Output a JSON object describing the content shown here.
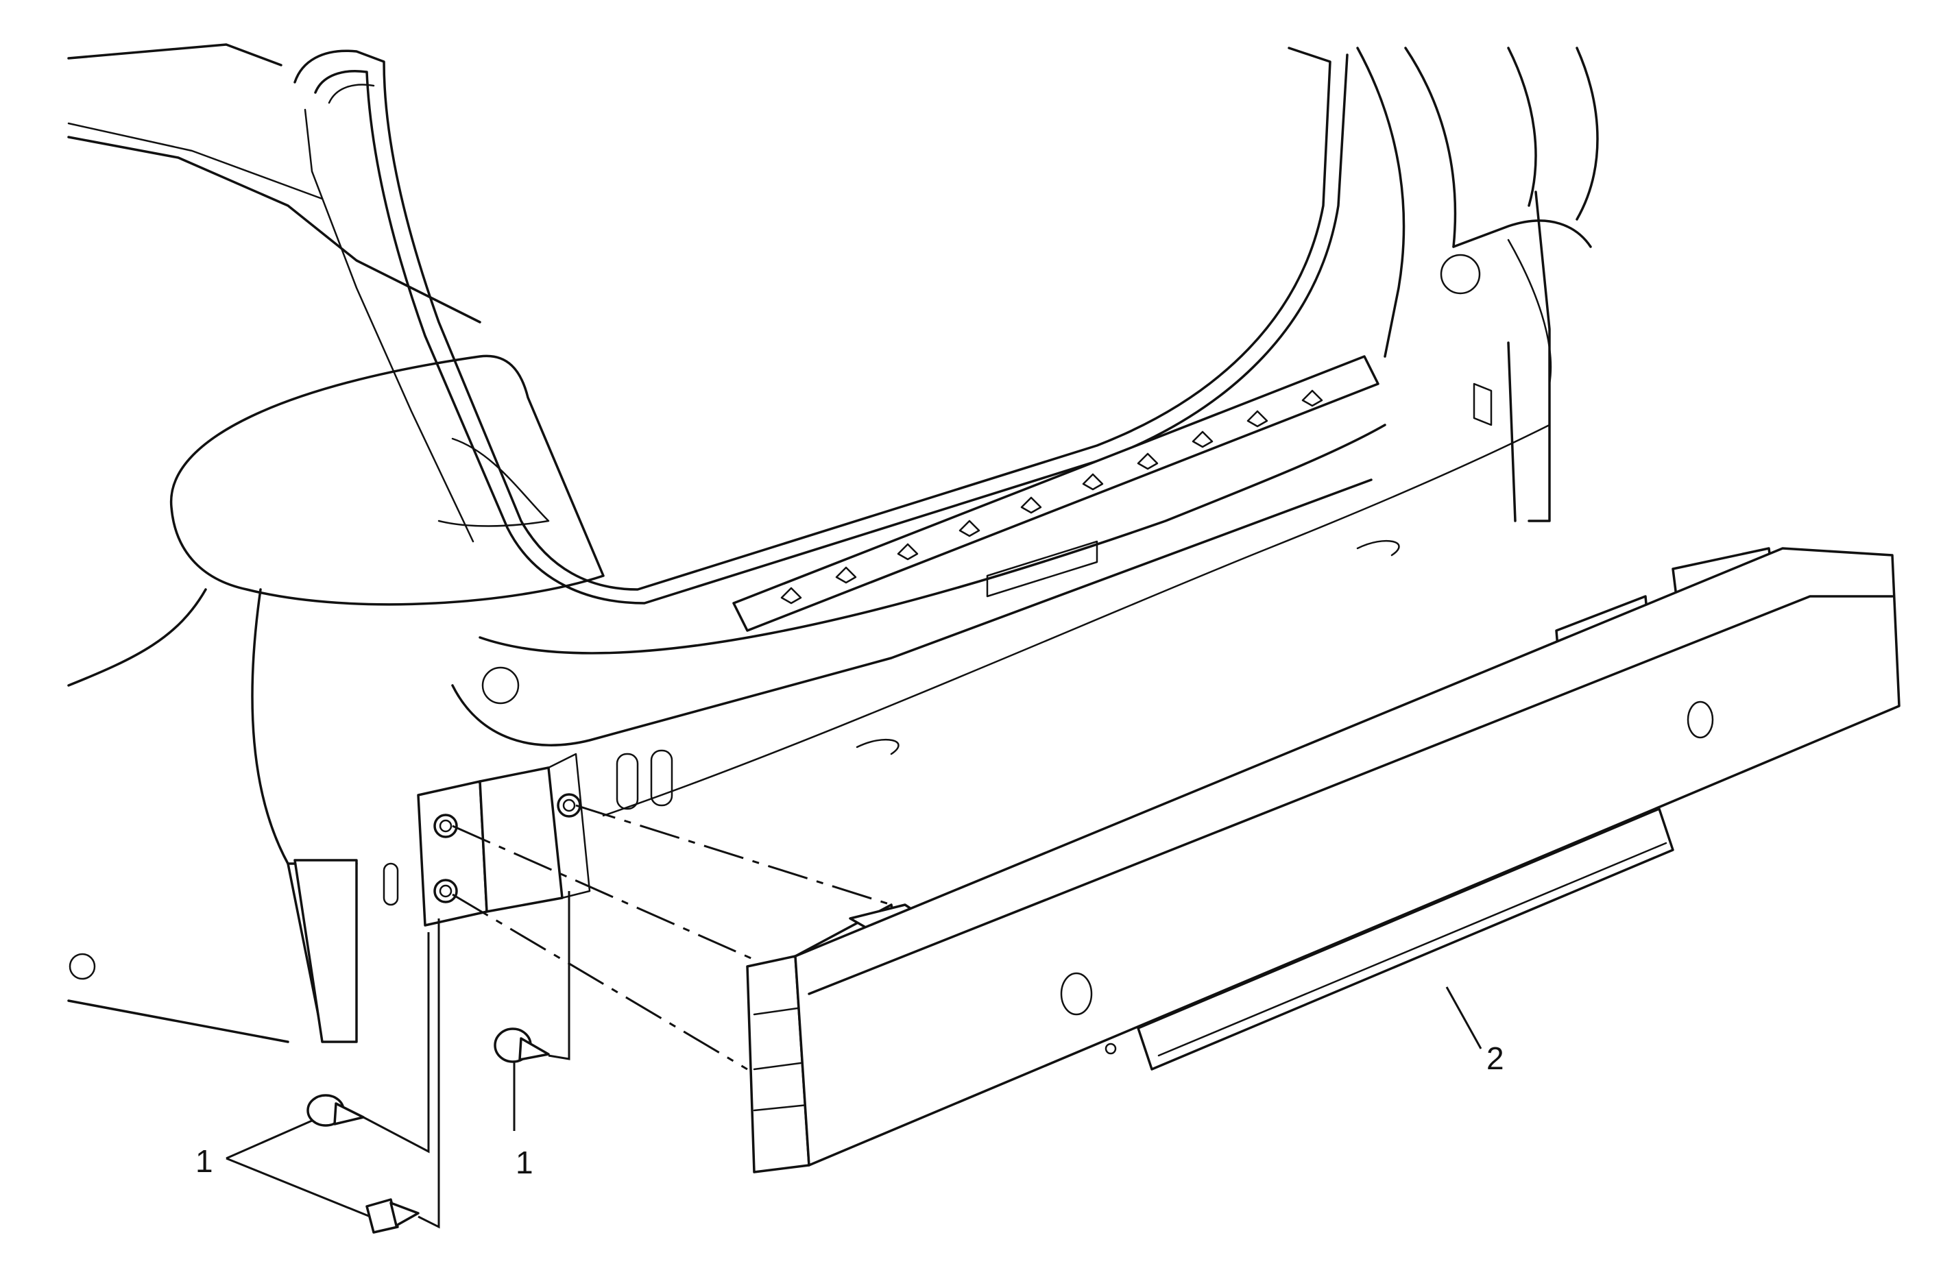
{
  "callouts": {
    "fastener_pair": "1",
    "fastener_single": "1",
    "impact_bar": "2"
  }
}
